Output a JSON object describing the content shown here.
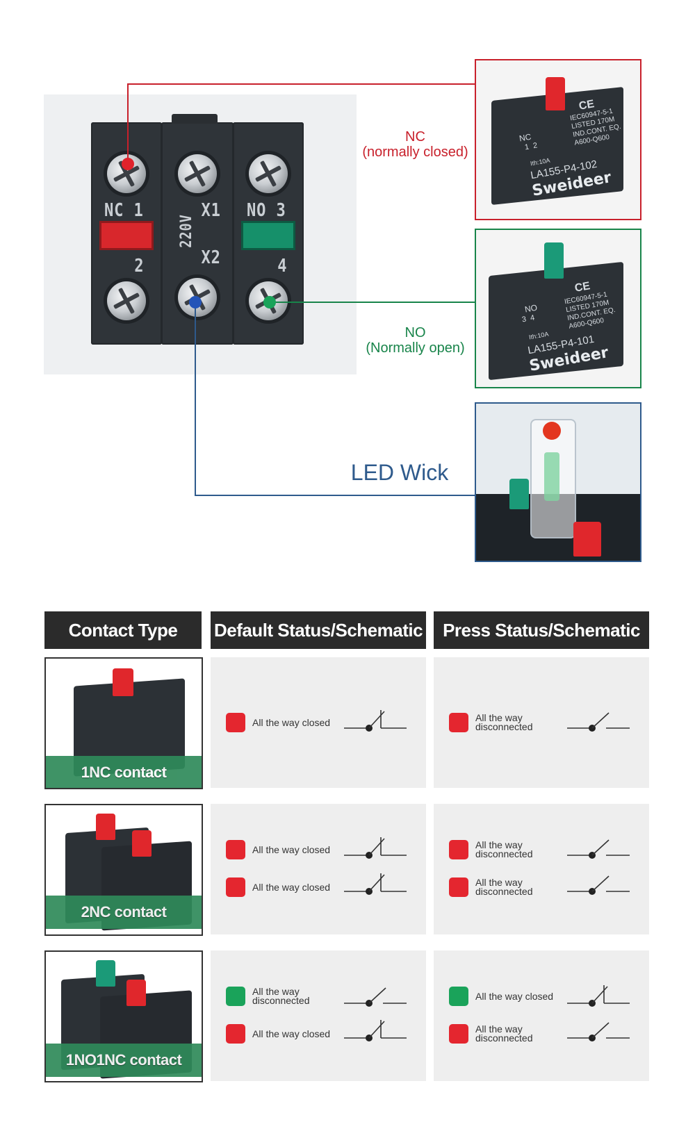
{
  "top_diagram": {
    "unit_markings": {
      "left_top": "NC 1",
      "left_bottom": "2",
      "center_top": "X1",
      "center_voltage": "220V",
      "center_bottom": "X2",
      "right_top": "NO 3",
      "right_bottom": "4"
    },
    "nc_label_line1": "NC",
    "nc_label_line2": "(normally closed)",
    "no_label_line1": "NO",
    "no_label_line2": "(Normally open)",
    "led_label": "LED Wick",
    "nc_product": {
      "type": "NC",
      "terminals": "1  2",
      "spec": "IEC60947-5-1\nLISTED 170M\nIND.CONT. EQ.\nA600-Q600",
      "rating": "Ith:10A",
      "model": "LA155-P4-102",
      "brand": "Sweideer",
      "mark": "CE"
    },
    "no_product": {
      "type": "NO",
      "terminals": "3  4",
      "spec": "IEC60947-5-1\nLISTED 170M\nIND.CONT. EQ.\nA600-Q600",
      "rating": "Ith:10A",
      "model": "LA155-P4-101",
      "brand": "Sweideer",
      "mark": "CE"
    },
    "colors": {
      "nc": "#c8202b",
      "no": "#18844a",
      "led": "#2e5a8c"
    }
  },
  "table": {
    "headers": [
      "Contact Type",
      "Default Status/Schematic",
      "Press Status/Schematic"
    ],
    "rows": [
      {
        "label": "1NC contact",
        "default": [
          {
            "color": "red",
            "text": "All the way closed",
            "switch": "closed"
          }
        ],
        "press": [
          {
            "color": "red",
            "text": "All the way disconnected",
            "switch": "open"
          }
        ]
      },
      {
        "label": "2NC contact",
        "default": [
          {
            "color": "red",
            "text": "All the way closed",
            "switch": "closed"
          },
          {
            "color": "red",
            "text": "All the way closed",
            "switch": "closed"
          }
        ],
        "press": [
          {
            "color": "red",
            "text": "All the way disconnected",
            "switch": "open"
          },
          {
            "color": "red",
            "text": "All the way disconnected",
            "switch": "open"
          }
        ]
      },
      {
        "label": "1NO1NC contact",
        "default": [
          {
            "color": "green",
            "text": "All the way disconnected",
            "switch": "open"
          },
          {
            "color": "red",
            "text": "All the way closed",
            "switch": "closed"
          }
        ],
        "press": [
          {
            "color": "green",
            "text": "All the way closed",
            "switch": "closed"
          },
          {
            "color": "red",
            "text": "All the way disconnected",
            "switch": "open"
          }
        ]
      }
    ]
  }
}
